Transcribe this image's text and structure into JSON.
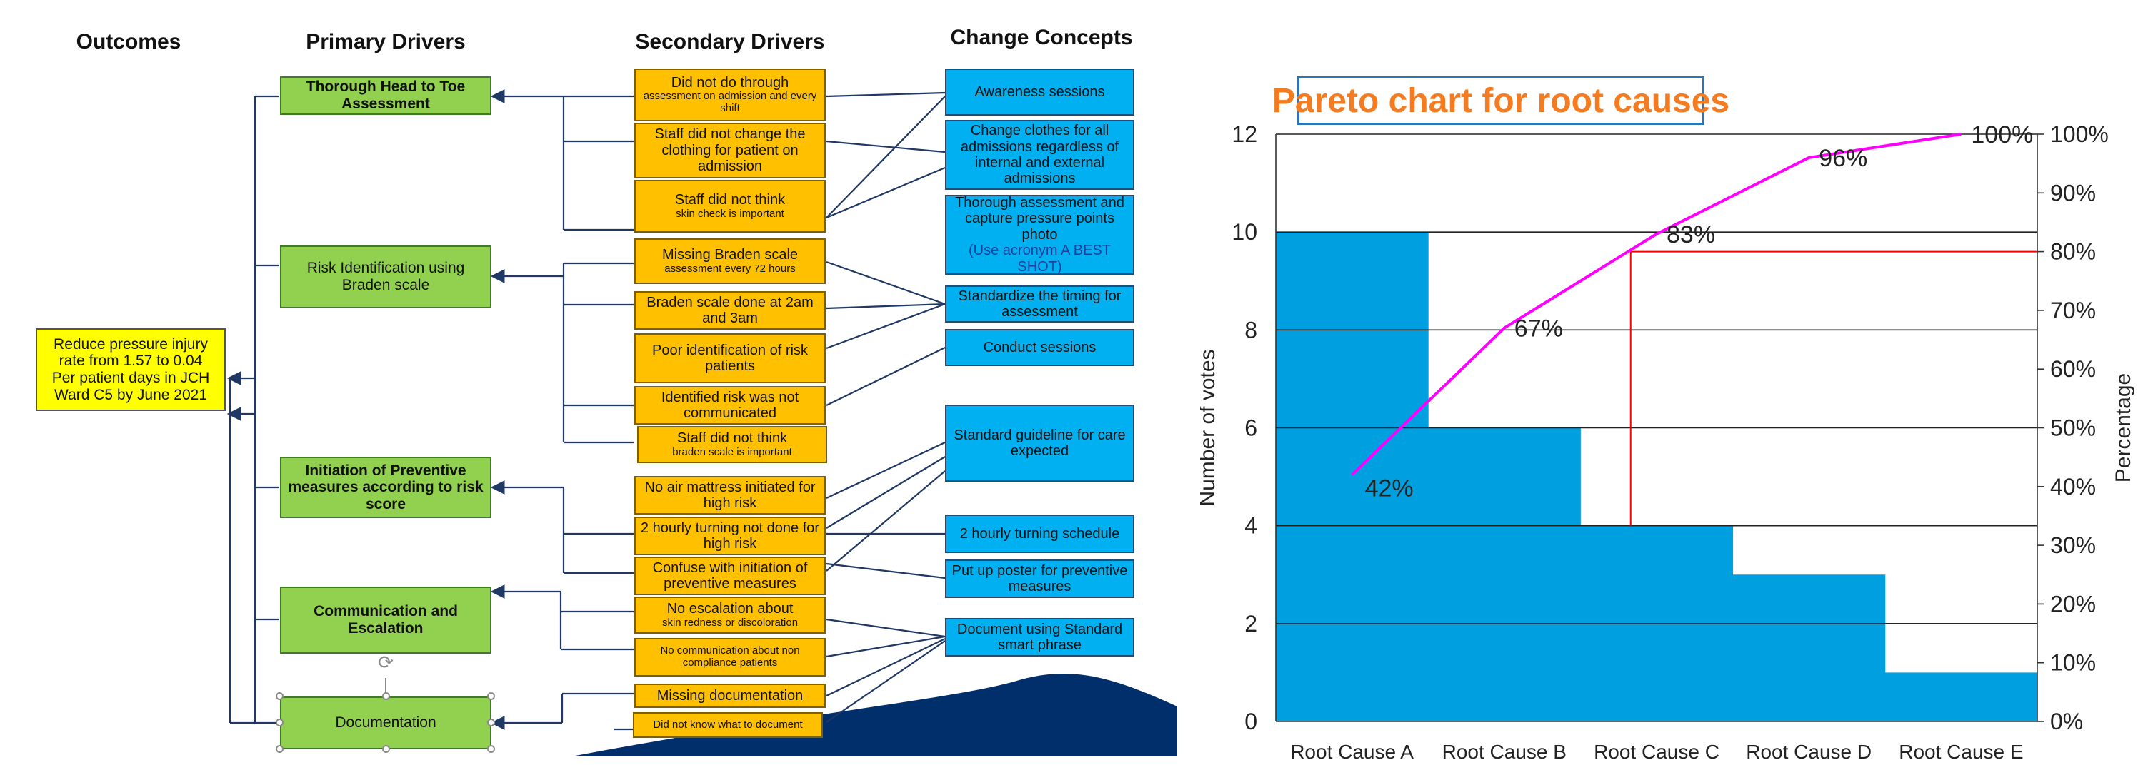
{
  "diagram": {
    "headers": {
      "outcomes": "Outcomes",
      "primary": "Primary Drivers",
      "secondary": "Secondary Drivers",
      "change": "Change Concepts"
    },
    "outcome": [
      "Reduce pressure injury",
      "rate from 1.57 to 0.04",
      "Per patient days in JCH",
      "Ward C5 by June 2021"
    ],
    "primary": [
      {
        "lines": [
          "Thorough Head to Toe",
          "Assessment"
        ],
        "bold": true
      },
      {
        "lines": [
          "Risk Identification using",
          "Braden scale"
        ],
        "bold": false
      },
      {
        "lines": [
          "Initiation of Preventive",
          "measures according to risk",
          "score"
        ],
        "bold": true
      },
      {
        "lines": [
          "Communication and",
          "Escalation"
        ],
        "bold": true
      },
      {
        "lines": [
          "Documentation"
        ],
        "bold": false
      }
    ],
    "secondary": [
      {
        "main": "Did not do through",
        "small": "assessment on admission and every shift"
      },
      {
        "main": "Staff did not change the clothing for patient on admission",
        "small": ""
      },
      {
        "main": "Staff did not think",
        "small": "skin check is important"
      },
      {
        "main": "Missing Braden scale",
        "small": "assessment every 72 hours"
      },
      {
        "main": "Braden scale done at 2am and 3am",
        "small": ""
      },
      {
        "main": "Poor identification of risk patients",
        "small": ""
      },
      {
        "main": "Identified risk was not communicated",
        "small": ""
      },
      {
        "main": "Staff did not think",
        "small": "braden scale is important"
      },
      {
        "main": "No air mattress initiated for high risk",
        "small": ""
      },
      {
        "main": "2 hourly turning not done for high risk",
        "small": ""
      },
      {
        "main": "Confuse with initiation of preventive measures",
        "small": ""
      },
      {
        "main": "No escalation about",
        "small": "skin redness or discoloration"
      },
      {
        "main": "",
        "small": "No communication about non compliance patients"
      },
      {
        "main": "Missing documentation",
        "small": ""
      },
      {
        "main": "",
        "small": "Did not know what to document"
      }
    ],
    "change": [
      {
        "text": "Awareness sessions",
        "extra": ""
      },
      {
        "text": "Change clothes for all admissions regardless of internal and external admissions",
        "extra": ""
      },
      {
        "text": "Thorough assessment and capture pressure points photo",
        "extra": "(Use acronym A BEST SHOT)"
      },
      {
        "text": "Standardize the timing for assessment",
        "extra": ""
      },
      {
        "text": "Conduct sessions",
        "extra": ""
      },
      {
        "text": "Standard guideline for care expected",
        "extra": ""
      },
      {
        "text": "2 hourly turning schedule",
        "extra": ""
      },
      {
        "text": "Put up poster for preventive measures",
        "extra": ""
      },
      {
        "text": "Document using Standard smart phrase",
        "extra": ""
      }
    ],
    "colors": {
      "primary_fill": "#92d050",
      "secondary_fill": "#ffc000",
      "change_fill": "#00b0f0",
      "outcome_fill": "#ffff00",
      "connector": "#1f3864",
      "hill": "#002f6c"
    }
  },
  "chart_data": {
    "type": "bar",
    "title": "Pareto chart for root causes",
    "categories": [
      "Root Cause A",
      "Root Cause B",
      "Root Cause C",
      "Root Cause D",
      "Root Cause E"
    ],
    "values": [
      10,
      6,
      4,
      3,
      1
    ],
    "cumulative_percent": [
      42,
      67,
      83,
      96,
      100
    ],
    "cumulative_labels": [
      "42%",
      "67%",
      "83%",
      "96%",
      "100%"
    ],
    "ylabel": "Number of votes",
    "y2label": "Percentage",
    "ylim": [
      0,
      12
    ],
    "yticks": [
      0,
      2,
      4,
      6,
      8,
      10,
      12
    ],
    "y2lim": [
      0,
      100
    ],
    "y2ticks": [
      "0%",
      "10%",
      "20%",
      "30%",
      "40%",
      "50%",
      "60%",
      "70%",
      "80%",
      "90%",
      "100%"
    ],
    "reference_line_percent": 80,
    "grid": true,
    "colors": {
      "bars": "#00a0e0",
      "cumulative": "#ff00ff",
      "reference": "#ff0000",
      "title": "#f47b20",
      "title_border": "#2e75b6"
    }
  }
}
